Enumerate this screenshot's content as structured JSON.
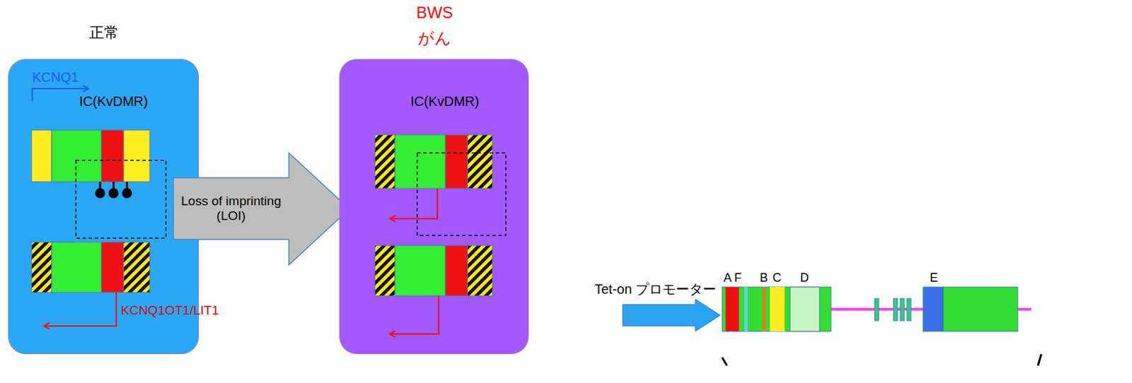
{
  "diagram": {
    "nodes": [
      {
        "text": [
          "正常"
        ]
      },
      {
        "text": [
          "Loss of imprinting (LOI)"
        ]
      },
      {
        "text": [
          "BWS",
          "がん"
        ]
      }
    ],
    "labels": [
      "KCNQ1",
      "IC(KvDMR)",
      "KCNQ1OT1/LIT1",
      "IC(KvDMR)",
      "Tet-on プロモーター",
      "A",
      "F",
      "B",
      "C",
      "D",
      "E"
    ]
  }
}
